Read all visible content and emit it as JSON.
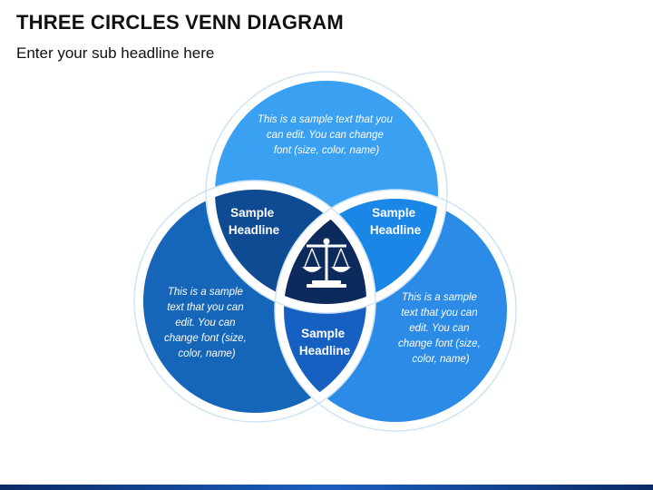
{
  "header": {
    "title": "THREE CIRCLES VENN DIAGRAM",
    "subtitle": "Enter your sub headline here"
  },
  "circles": {
    "top": {
      "lines": [
        "This is a sample text that you",
        "can edit. You can change",
        "font (size, color, name)"
      ]
    },
    "left": {
      "lines": [
        "This is a sample",
        "text that you can",
        "edit. You can",
        "change font (size,",
        "color, name)"
      ]
    },
    "right": {
      "lines": [
        "This is a sample",
        "text that you can",
        "edit. You can",
        "change font (size,",
        "color, name)"
      ]
    }
  },
  "overlaps": {
    "top_left": {
      "lines": [
        "Sample",
        "Headline"
      ]
    },
    "top_right": {
      "lines": [
        "Sample",
        "Headline"
      ]
    },
    "bottom": {
      "lines": [
        "Sample",
        "Headline"
      ]
    }
  },
  "center_icon": "balance-scale-icon",
  "colors": {
    "top_circle": "#3aa0f2",
    "left_circle": "#1565b8",
    "right_circle": "#2b8be6",
    "overlap_top_left": "#0f4b92",
    "overlap_top_right": "#1a86e6",
    "overlap_bottom": "#1660c2",
    "center": "#0d2a5c"
  }
}
